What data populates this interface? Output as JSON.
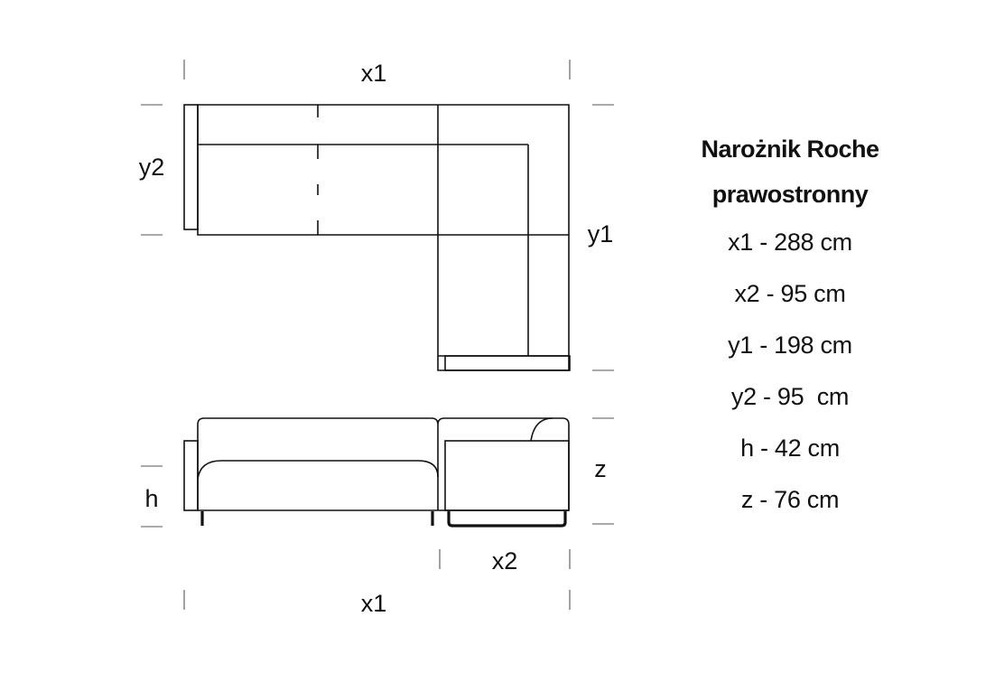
{
  "labels": {
    "x1_top": "x1",
    "x1_bottom": "x1",
    "x2": "x2",
    "y1": "y1",
    "y2": "y2",
    "h": "h",
    "z": "z"
  },
  "legend": {
    "title_line1": "Narożnik Roche",
    "title_line2": "prawostronny",
    "rows": [
      "x1 - 288 cm",
      "x2 - 95 cm",
      "y1 - 198 cm",
      "y2 - 95  cm",
      "h - 42 cm",
      "z - 76 cm"
    ]
  }
}
